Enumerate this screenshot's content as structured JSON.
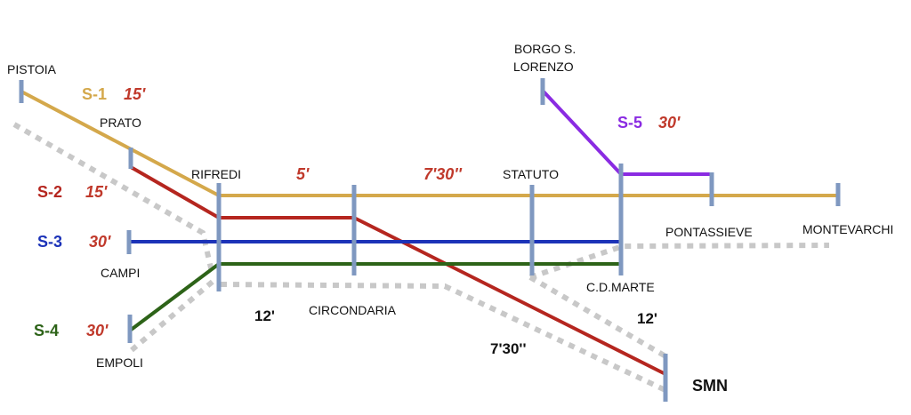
{
  "colors": {
    "s1": "#d4a84b",
    "s2": "#b5261f",
    "s3": "#1c33b8",
    "s4": "#2d6318",
    "s5": "#8a2be2",
    "dotted": "#c8c8c8",
    "stop": "#7f98c0",
    "freq": "#c0392b"
  },
  "stations": {
    "pistoia": "PISTOIA",
    "prato": "PRATO",
    "rifredi": "RIFREDI",
    "statuto": "STATUTO",
    "borgo_line1": "BORGO S.",
    "borgo_line2": "LORENZO",
    "pontassieve": "PONTASSIEVE",
    "montevarchi": "MONTEVARCHI",
    "campi": "CAMPI",
    "cdmarte": "C.D.MARTE",
    "circondaria": "CIRCONDARIA",
    "empoli": "EMPOLI",
    "smn": "SMN"
  },
  "lines": [
    {
      "id": "s1",
      "name": "S-1",
      "frequency": "15'"
    },
    {
      "id": "s2",
      "name": "S-2",
      "frequency": "15'"
    },
    {
      "id": "s3",
      "name": "S-3",
      "frequency": "30'"
    },
    {
      "id": "s4",
      "name": "S-4",
      "frequency": "30'"
    },
    {
      "id": "s5",
      "name": "S-5",
      "frequency": "30'"
    }
  ],
  "segment_times": {
    "rifredi_statuto_a": "5'",
    "rifredi_statuto_b": "7'30''",
    "circondaria": "12'",
    "smn_approach": "7'30''",
    "cdmarte_smn": "12'"
  },
  "icons": [
    "station-tick-icon"
  ]
}
